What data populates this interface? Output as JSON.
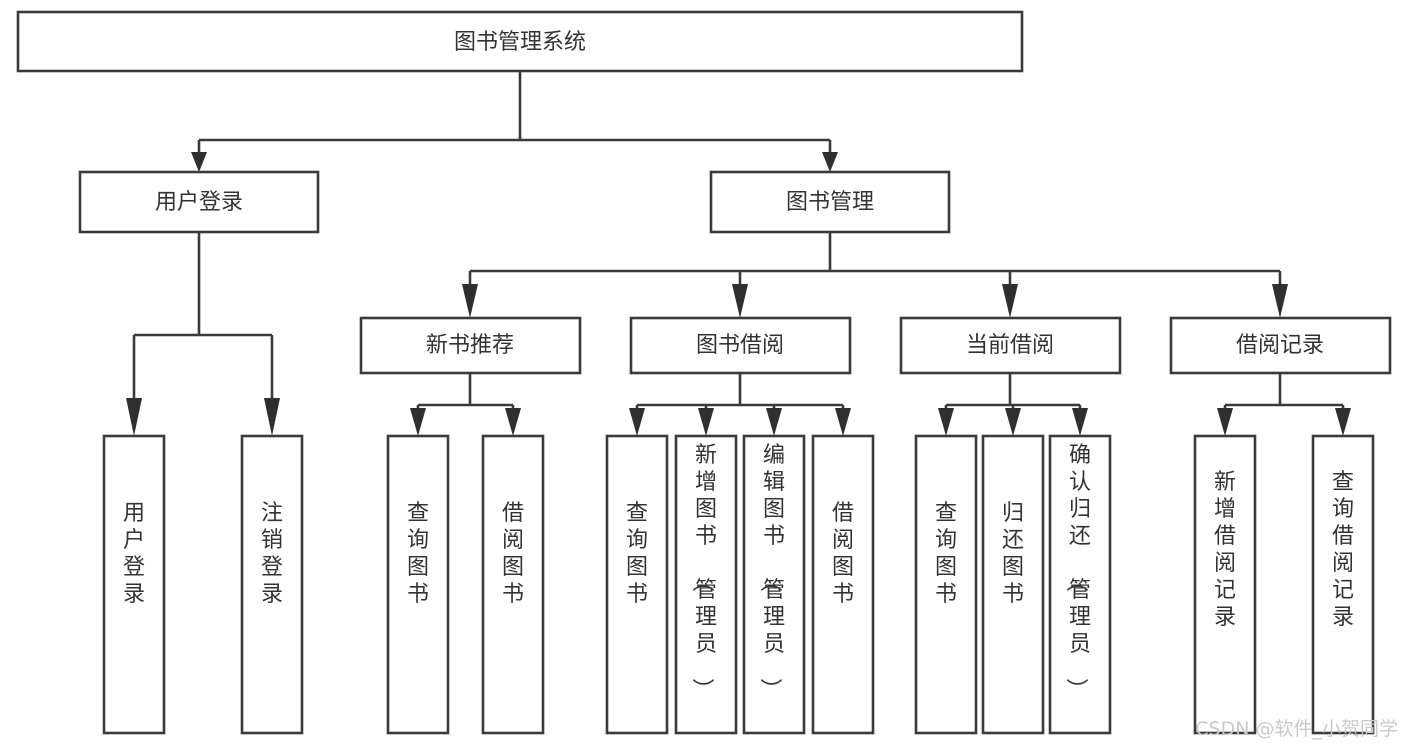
{
  "diagram": {
    "type": "tree-hierarchy-chart",
    "title_text": "图书管理系统",
    "colors": {
      "box_stroke": "#3a3a3a",
      "box_fill": "#ffffff",
      "connector": "#3a3a3a",
      "text": "#333333",
      "background": "#ffffff",
      "watermark": "#c9c9c9"
    },
    "root": {
      "label": "图书管理系统"
    },
    "level2": [
      {
        "label": "用户登录"
      },
      {
        "label": "图书管理"
      }
    ],
    "level3": [
      {
        "label": "新书推荐"
      },
      {
        "label": "图书借阅"
      },
      {
        "label": "当前借阅"
      },
      {
        "label": "借阅记录"
      }
    ],
    "leaves": {
      "user_login": [
        {
          "label": "用户登录"
        },
        {
          "label": "注销登录"
        }
      ],
      "new_book_recommend": [
        {
          "label": "查询图书"
        },
        {
          "label": "借阅图书"
        }
      ],
      "book_borrow": [
        {
          "label": "查询图书"
        },
        {
          "label": "新增图书（管理员）"
        },
        {
          "label": "编辑图书（管理员）"
        },
        {
          "label": "借阅图书"
        }
      ],
      "current_borrow": [
        {
          "label": "查询图书"
        },
        {
          "label": "归还图书"
        },
        {
          "label": "确认归还（管理员）"
        }
      ],
      "borrow_record": [
        {
          "label": "新增借阅记录"
        },
        {
          "label": "查询借阅记录"
        }
      ]
    }
  },
  "watermark": {
    "text": "CSDN @软件_小贺同学"
  }
}
